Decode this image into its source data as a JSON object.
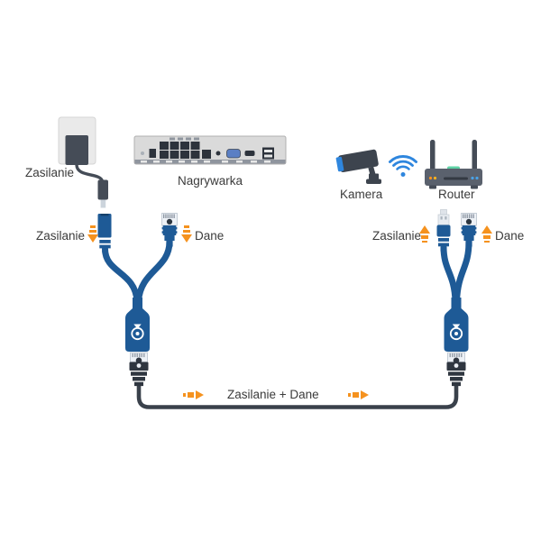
{
  "adapter": {
    "label": "Zasilanie"
  },
  "nvr": {
    "label": "Nagrywarka"
  },
  "camera": {
    "label": "Kamera"
  },
  "router": {
    "label": "Router"
  },
  "left_splitter": {
    "power_label": "Zasilanie",
    "power_arrow": "down",
    "data_label": "Dane",
    "data_arrow": "down"
  },
  "right_splitter": {
    "power_label": "Zasilanie",
    "power_arrow": "up",
    "data_label": "Dane",
    "data_arrow": "up"
  },
  "trunk": {
    "label": "Zasilanie + Dane",
    "arrow": "right"
  },
  "colors": {
    "cable_blue": "#1E5A96",
    "cable_dark": "#3A414B",
    "connector_dark": "#2F3640",
    "arrow_orange": "#F5921E",
    "device_gray": "#454C57",
    "router_gray": "#5A616D",
    "wifi_blue": "#2E86DE",
    "accent_teal": "#5FD3A5",
    "vga_blue": "#5B7FC4",
    "text": "#3B3B3B"
  }
}
